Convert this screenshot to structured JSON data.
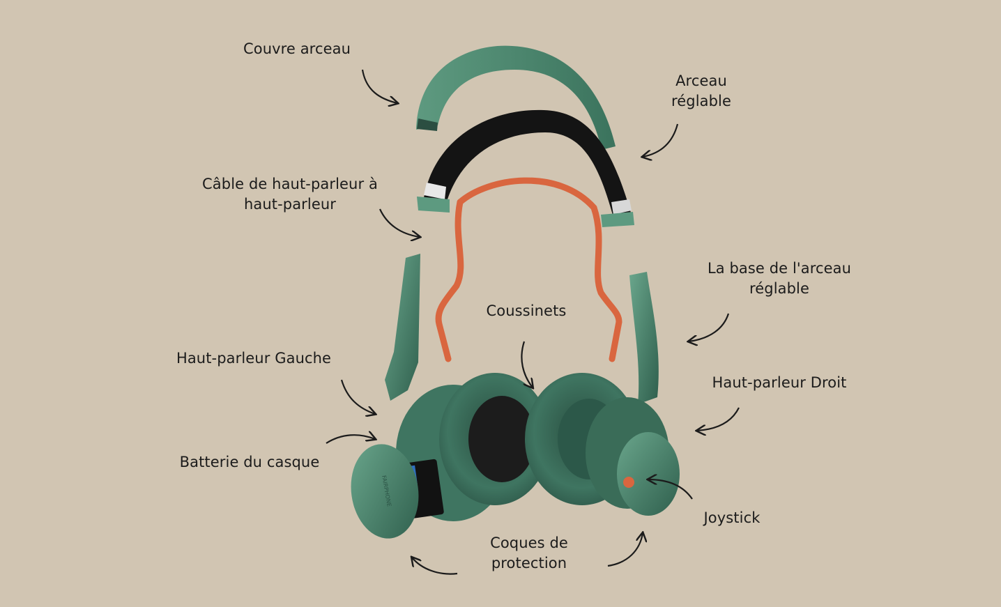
{
  "colors": {
    "background": "#d1c5b2",
    "shell_green": "#4f8b73",
    "shell_dark": "#2f5c4b",
    "cushion_green": "#3a6b57",
    "headband_black": "#151515",
    "cable_orange": "#d9663f",
    "text": "#1b1b1b"
  },
  "labels": {
    "couvre_arceau": "Couvre arceau",
    "arceau_reglable": [
      "Arceau",
      "réglable"
    ],
    "cable": [
      "Câble de haut-parleur à",
      "haut-parleur"
    ],
    "base_arceau": [
      "La base de l'arceau",
      "réglable"
    ],
    "coussinets": "Coussinets",
    "haut_parleur_gauche": "Haut-parleur Gauche",
    "haut_parleur_droit": "Haut-parleur Droit",
    "batterie": "Batterie du casque",
    "joystick": "Joystick",
    "coques": [
      "Coques de",
      "protection"
    ]
  },
  "product_marks": {
    "brand": "FAIRPHONE"
  },
  "icons": [
    "arrow-icon"
  ]
}
